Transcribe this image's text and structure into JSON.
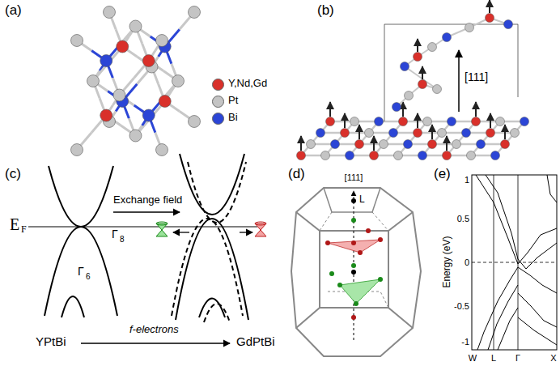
{
  "diagram": {
    "labels": [
      "(a)",
      "(b)",
      "(c)",
      "(d)",
      "(e)",
      "[111]",
      "Exchange field",
      "E",
      "F",
      "Γ",
      "8",
      "Γ",
      "6",
      "YPtBi",
      "f-electrons",
      "GdPtBi",
      "[111]",
      "L",
      "Energy (eV)",
      "1",
      "0.5",
      "0",
      "-0.5",
      "-1",
      "W",
      "L",
      "Γ",
      "X"
    ],
    "legend": [
      {
        "text": "Y,Nd,Gd",
        "color": "#d9302a"
      },
      {
        "text": "Pt",
        "color": "#c4c4c4"
      },
      {
        "text": "Bi",
        "color": "#2b45d6"
      }
    ]
  }
}
